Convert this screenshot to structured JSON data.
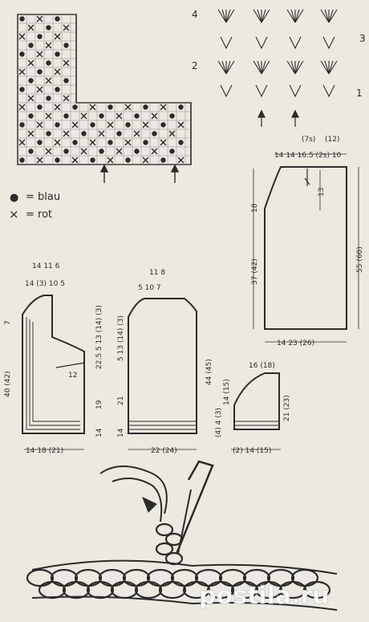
{
  "chart_labels": {
    "row_4": "4",
    "row_3": "3",
    "row_2": "2",
    "row_1": "1"
  },
  "legend": {
    "blue_symbol": "●",
    "blue_label": "= blau",
    "red_symbol": "×",
    "red_label": "= rot"
  },
  "back_piece": {
    "top_widths": "(7s)",
    "top_widths_2": "(12)",
    "top_row": "14 14 16.5 (2s) 10",
    "height_left": "37 (42)",
    "height_right": "55 (60)",
    "top_height": "18",
    "neck_depth": "13",
    "bottom_width": "14 23 (26)"
  },
  "front_piece": {
    "top_row_1": "14 11 6",
    "top_row_2": "14 (3) 10 5",
    "side_a": "7",
    "side_total": "40 (42)",
    "armhole": "22.5 5 13 (14) (3)",
    "pocket": "12",
    "lower": "19",
    "rib": "14",
    "bottom": "14 18 (21)"
  },
  "back_small": {
    "top_row_1": "11 8",
    "top_row_2": "5 10 7",
    "right_total": "44 (45)",
    "armhole": "5 13 (14) (3)",
    "left_21": "21",
    "rib": "14",
    "bottom": "22 (24)"
  },
  "sleeve": {
    "top": "16 (18)",
    "side_left": "14 (15)",
    "side_left_2": "(4) 4 (3)",
    "side_right": "21 (23)",
    "bottom": "(2) 14 (15)"
  },
  "watermark": {
    "text": "postila.ru"
  },
  "colors": {
    "paper": "#ece9e1",
    "ink": "#2b2b2b",
    "watermark": "#ffffff"
  }
}
